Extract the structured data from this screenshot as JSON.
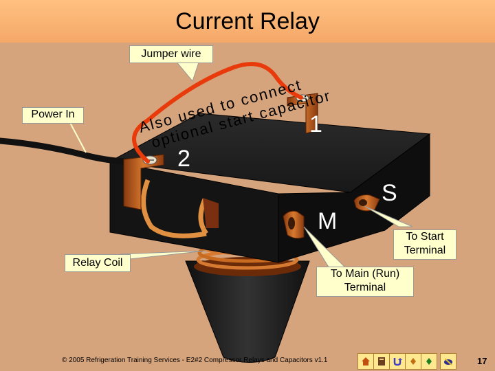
{
  "slide": {
    "title": "Current Relay",
    "page_number": "17",
    "footer": "© 2005 Refrigeration Training Services - E2#2 Compressor Relays and Capacitors v1.1"
  },
  "labels": {
    "jumper_wire": "Jumper wire",
    "power_in": "Power In",
    "relay_coil": "Relay Coil",
    "to_main": [
      "To Main (Run)",
      "Terminal"
    ],
    "to_start": [
      "To Start",
      "Terminal"
    ],
    "terminal_1": "1",
    "terminal_2": "2",
    "terminal_m": "M",
    "terminal_s": "S"
  },
  "annotation": {
    "line1": "Also used to connect",
    "line2": "optional start capacitor"
  },
  "nav_buttons": [
    "home-icon",
    "book-icon",
    "return-icon",
    "previous-icon",
    "next-icon",
    "end-icon"
  ],
  "colors": {
    "title_bar": "#f4a868",
    "background": "#d6a47c",
    "callout": "#ffffcc",
    "relay_body": "#1a1a1a",
    "copper": "#c86420",
    "jumper": "#e83a0a"
  }
}
